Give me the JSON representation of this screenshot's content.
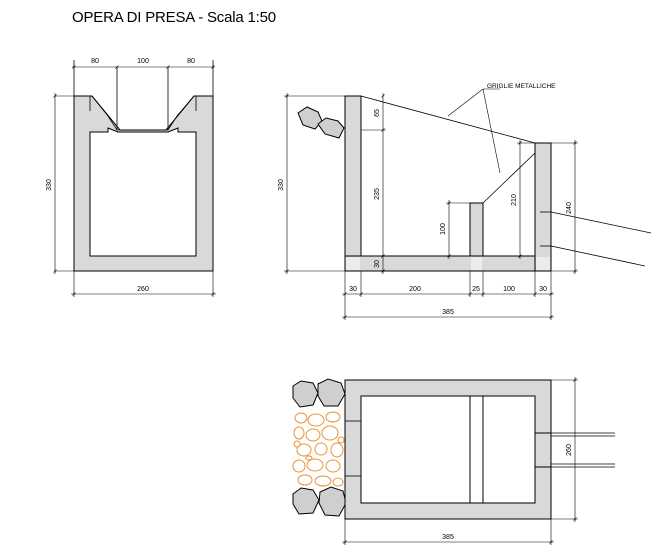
{
  "title": "OPERA DI PRESA - Scala 1:50",
  "front_view": {
    "dim_top": [
      "80",
      "100",
      "80"
    ],
    "dim_height": "330",
    "dim_width": "260"
  },
  "section_view": {
    "label_grate": "GRIGLIE METALLICHE",
    "dim_left_height": "330",
    "dim_65": "65",
    "dim_235": "235",
    "dim_30_vertical": "30",
    "dim_100_vertical": "100",
    "dim_210": "210",
    "dim_240": "240",
    "dim_bottom": [
      "30",
      "200",
      "25",
      "100",
      "30"
    ],
    "dim_total": "385"
  },
  "plan_view": {
    "dim_height": "260",
    "dim_total": "385"
  }
}
